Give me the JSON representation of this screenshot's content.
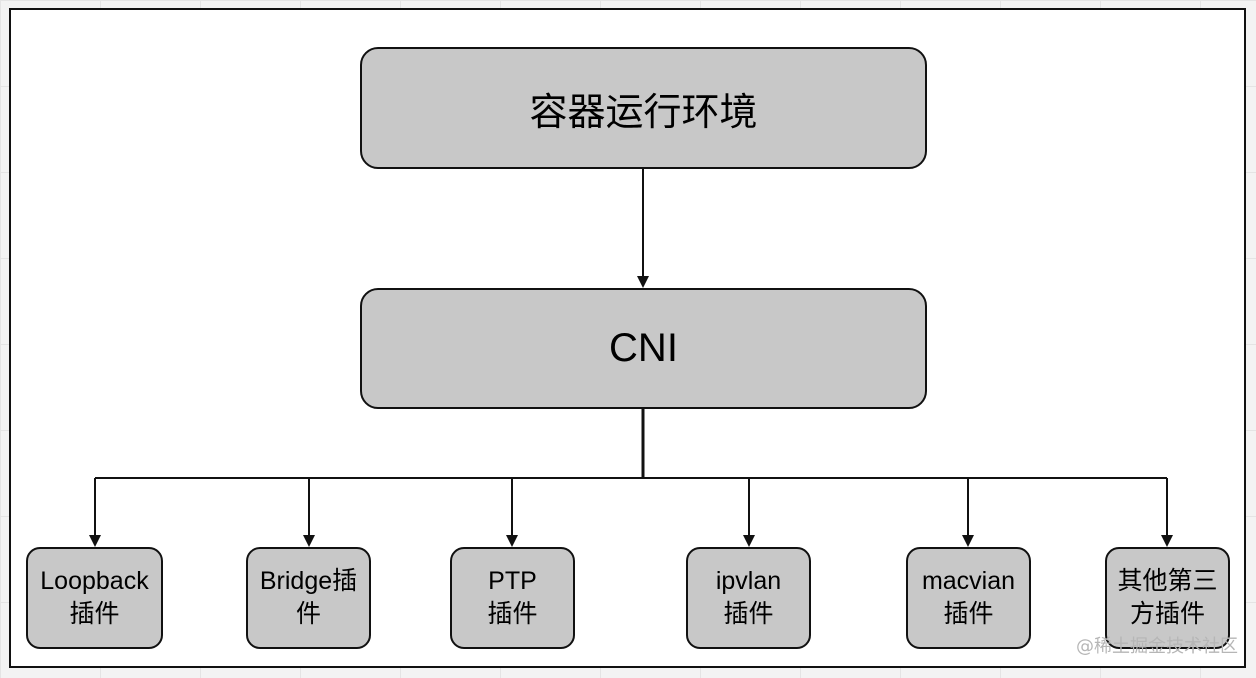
{
  "top_box": {
    "label": "容器运行环境"
  },
  "middle_box": {
    "label": "CNI"
  },
  "plugins": [
    {
      "id": "loopback",
      "line1": "Loopback",
      "line2": "插件"
    },
    {
      "id": "bridge",
      "line1": "Bridge插",
      "line2": "件"
    },
    {
      "id": "ptp",
      "line1": "PTP",
      "line2": "插件"
    },
    {
      "id": "ipvlan",
      "line1": "ipvlan",
      "line2": "插件"
    },
    {
      "id": "macvian",
      "line1": "macvian",
      "line2": "插件"
    },
    {
      "id": "third-party",
      "line1": "其他第三",
      "line2": "方插件"
    }
  ],
  "watermark": "@稀土掘金技术社区"
}
